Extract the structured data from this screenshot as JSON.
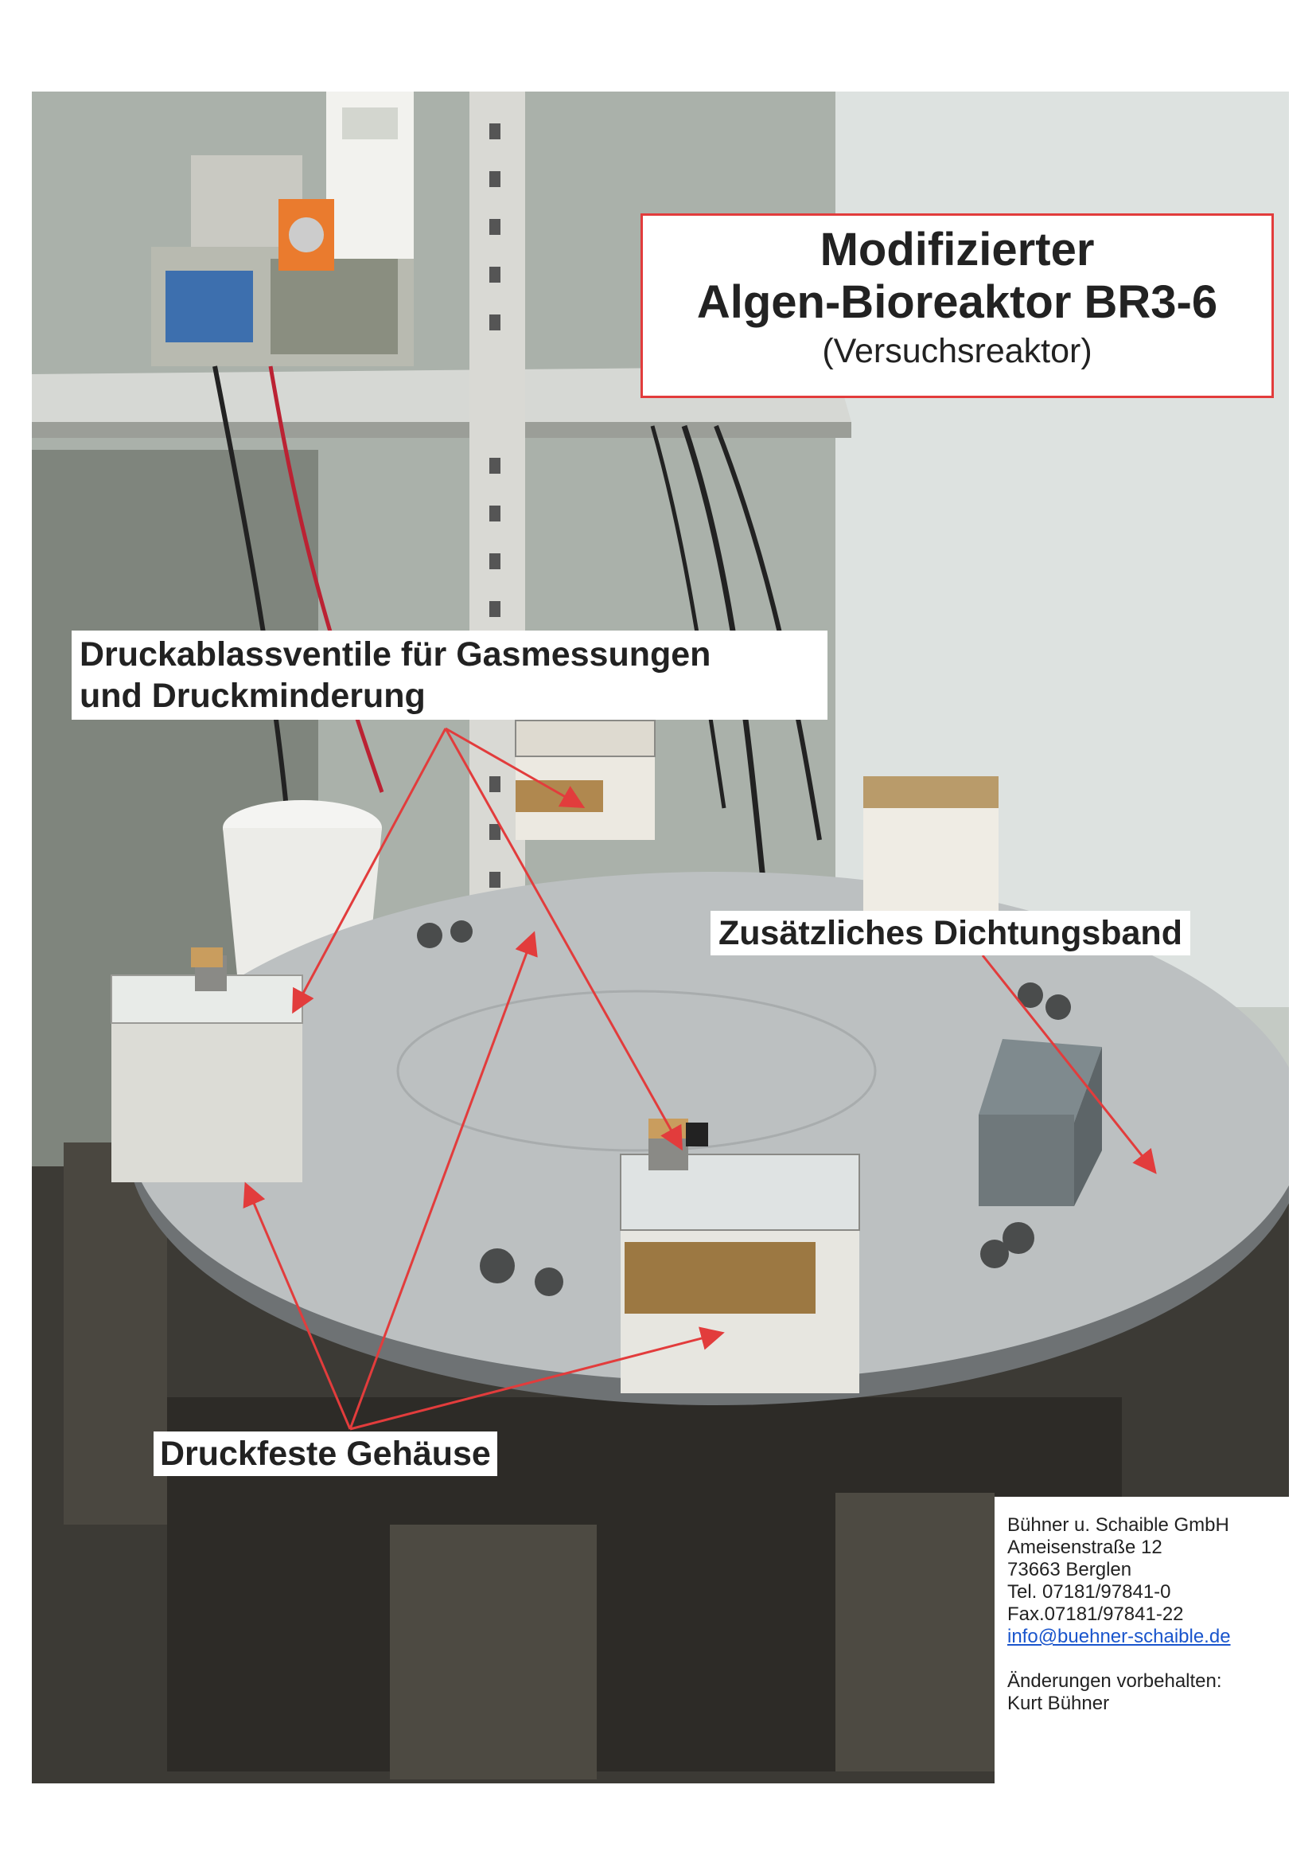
{
  "title": {
    "line1": "Modifizierter",
    "line2": "Algen-Bioreaktor BR3-6",
    "line3": "(Versuchsreaktor)"
  },
  "labels": {
    "druckablass_line1": "Druckablassventile für Gasmessungen",
    "druckablass_line2": "und Druckminderung",
    "dichtungsband": "Zusätzliches Dichtungsband",
    "gehaeuse": "Druckfeste Gehäuse"
  },
  "contact": {
    "company": "Bühner u. Schaible GmbH",
    "street": "Ameisenstraße 12",
    "city": "73663 Berglen",
    "tel": "Tel. 07181/97841-0",
    "fax": "Fax.07181/97841-22",
    "email": "info@buehner-schaible.de",
    "note": "Änderungen vorbehalten:",
    "author": "Kurt Bühner"
  },
  "colors": {
    "arrow": "#e23c3c",
    "title_border": "#e23c3c",
    "email_link": "#1a55cc",
    "disc": "#b8bcbe",
    "background_wall": "#c9cfc8"
  }
}
